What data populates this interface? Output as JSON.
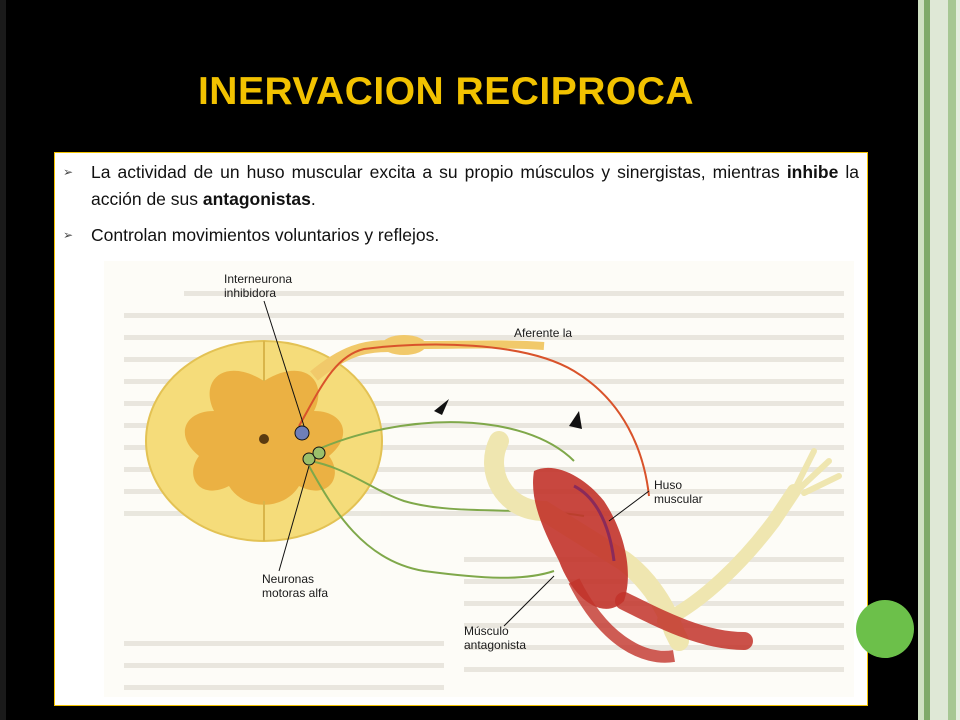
{
  "slide": {
    "title": "INERVACION RECIPROCA",
    "bullets": [
      {
        "parts": [
          {
            "text": "La actividad de un huso muscular excita a su propio músculos y sinergistas, mientras ",
            "bold": false
          },
          {
            "text": "inhibe",
            "bold": true
          },
          {
            "text": " la acción de sus ",
            "bold": false
          },
          {
            "text": "antagonistas",
            "bold": true
          },
          {
            "text": ".",
            "bold": false
          }
        ]
      },
      {
        "parts": [
          {
            "text": "Controlan movimientos voluntarios y reflejos.",
            "bold": false
          }
        ]
      }
    ]
  },
  "figure": {
    "labels": {
      "interneurona": [
        "Interneurona",
        "inhibidora"
      ],
      "aferente": "Aferente la",
      "huso": [
        "Huso",
        "muscular"
      ],
      "neuronas": [
        "Neuronas",
        "motoras alfa"
      ],
      "musculo": [
        "Músculo",
        "antagonista"
      ]
    }
  },
  "colors": {
    "title": "#f2c200",
    "frame": "#f2c200",
    "slide_bg": "#000000",
    "accent_dot": "#6cc04a",
    "nerve_afferent": "#d9532b",
    "nerve_motor": "#7fa84a",
    "spinal_cord": "#f5dc7a",
    "muscle": "#c2332a",
    "bone": "#efe6b0"
  }
}
